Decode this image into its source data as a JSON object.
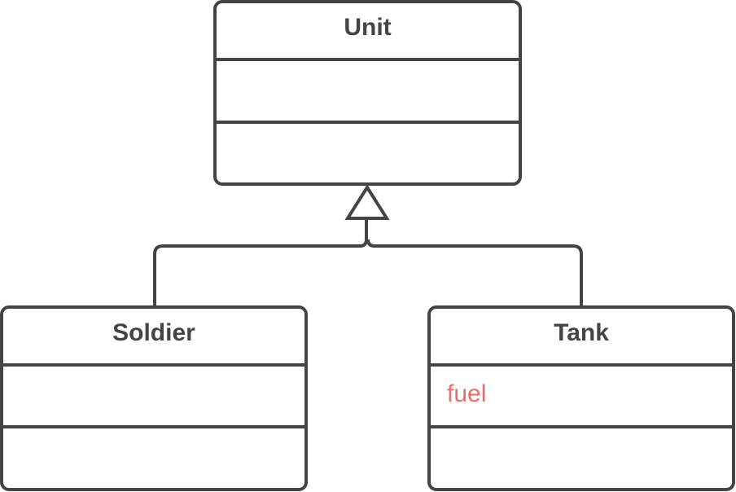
{
  "colors": {
    "line": "#444444",
    "title_text": "#444444",
    "attribute_text": "#ee6b6b",
    "background": "#ffffff"
  },
  "classes": {
    "unit": {
      "name": "Unit",
      "attributes": [],
      "methods": []
    },
    "soldier": {
      "name": "Soldier",
      "attributes": [],
      "methods": []
    },
    "tank": {
      "name": "Tank",
      "attributes": [
        "fuel"
      ],
      "methods": []
    }
  },
  "relationships": [
    {
      "type": "generalization",
      "from": "Soldier",
      "to": "Unit"
    },
    {
      "type": "generalization",
      "from": "Tank",
      "to": "Unit"
    }
  ]
}
